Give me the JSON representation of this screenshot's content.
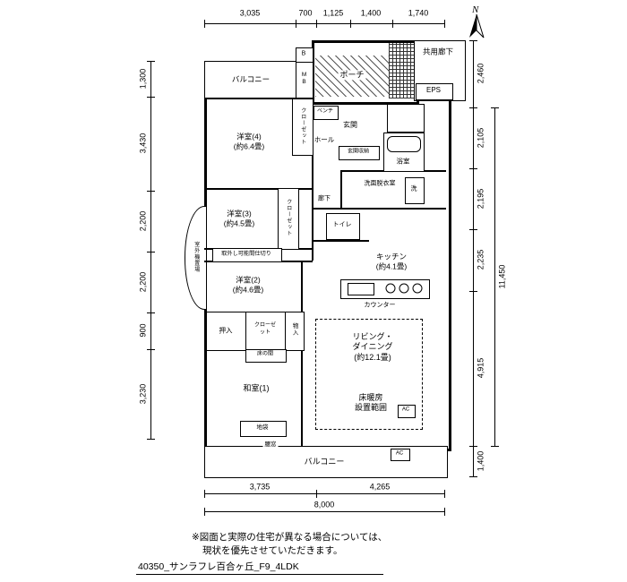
{
  "compass": {
    "label": "N"
  },
  "dimensions": {
    "top": [
      "3,035",
      "700",
      "1,125",
      "1,400",
      "1,740"
    ],
    "bottom": [
      "3,735",
      "4,265"
    ],
    "bottom_total": "8,000",
    "left": [
      "1,300",
      "3,430",
      "2,200",
      "2,200",
      "900",
      "3,230"
    ],
    "right": [
      "2,460",
      "2,105",
      "2,195",
      "2,235",
      "4,915",
      "1,400"
    ],
    "right_total": "11,450"
  },
  "exterior": {
    "balcony_top": "バルコニー",
    "balcony_bottom": "バルコニー",
    "porch": "ポーチ",
    "common_corridor": "共用廊下",
    "eps": "EPS",
    "mb": "MB",
    "b": "B",
    "outdoor_unit": "室外機置場"
  },
  "entry": {
    "entrance": "玄関",
    "hall": "ホール",
    "bench": "ベンチ",
    "entrance_storage": "玄関収納"
  },
  "sanitary": {
    "bathroom": "浴室",
    "washroom": "洗面脱衣室",
    "washer": "洗",
    "toilet": "トイレ",
    "corridor": "廊下"
  },
  "rooms": {
    "room4": "洋室(4)\n(約6.4畳)",
    "room3": "洋室(3)\n(約4.5畳)",
    "room2": "洋室(2)\n(約4.6畳)",
    "washitsu": "和室(1)",
    "living": "リビング・\nダイニング\n(約12.1畳)",
    "kitchen": "キッチン\n(約4.1畳)"
  },
  "storage": {
    "closet_room4": "クローゼット",
    "closet_room3": "クローゼット",
    "closet_washitsu": "クローゼット",
    "oshiire": "押入",
    "monoire": "物入",
    "tokonoma": "床の間",
    "jibukuro": "地袋"
  },
  "fixtures": {
    "counter": "カウンター",
    "partition": "取外し可能間仕切り",
    "floor_heating": "床暖房\n設置範囲",
    "koshimado": "腰窓",
    "ac1": "AC",
    "ac2": "AC"
  },
  "footer": {
    "note1": "※図面と実際の住宅が異なる場合については、",
    "note2": "現状を優先させていただきます。",
    "drawing_id": "40350_サンラフレ百合ヶ丘_F9_4LDK"
  }
}
